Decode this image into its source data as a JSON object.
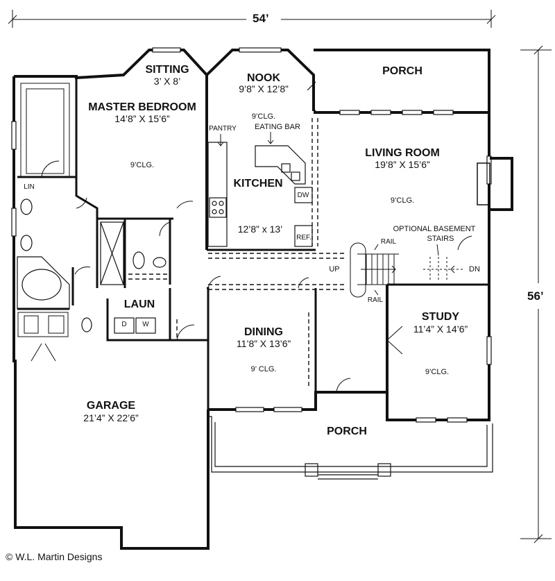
{
  "dimensions": {
    "width": "54’",
    "depth": "56’"
  },
  "rooms": {
    "sitting": {
      "name": "SITTING",
      "size": "3’ X 8’"
    },
    "master_bedroom": {
      "name": "MASTER BEDROOM",
      "size": "14’8” X 15’6”",
      "ceiling": "9’CLG."
    },
    "nook": {
      "name": "NOOK",
      "size": "9’8” X 12’8”"
    },
    "kitchen": {
      "name": "KITCHEN",
      "size": "12’8” x 13’",
      "ceiling": "9’CLG."
    },
    "porch_rear": {
      "name": "PORCH"
    },
    "living_room": {
      "name": "LIVING ROOM",
      "size": "19’8” X 15’6”",
      "ceiling": "9’CLG."
    },
    "laun": {
      "name": "LAUN"
    },
    "dining": {
      "name": "DINING",
      "size": "11’8” X 13’6”",
      "ceiling": "9’ CLG."
    },
    "study": {
      "name": "STUDY",
      "size": "11’4” X 14’6”",
      "ceiling": "9’CLG."
    },
    "garage": {
      "name": "GARAGE",
      "size": "21’4” X 22’6”"
    },
    "porch_front": {
      "name": "PORCH"
    }
  },
  "labels": {
    "pantry": "PANTRY",
    "eating_bar": "EATING BAR",
    "dw": "DW",
    "ref": "REF.",
    "lin": "LIN",
    "dryer": "D",
    "washer": "W",
    "optional_basement": "OPTIONAL BASEMENT",
    "stairs": "STAIRS",
    "rail_top": "RAIL",
    "rail_bottom": "RAIL",
    "up": "UP",
    "dn": "DN"
  },
  "copyright": "© W.L. Martin Designs"
}
